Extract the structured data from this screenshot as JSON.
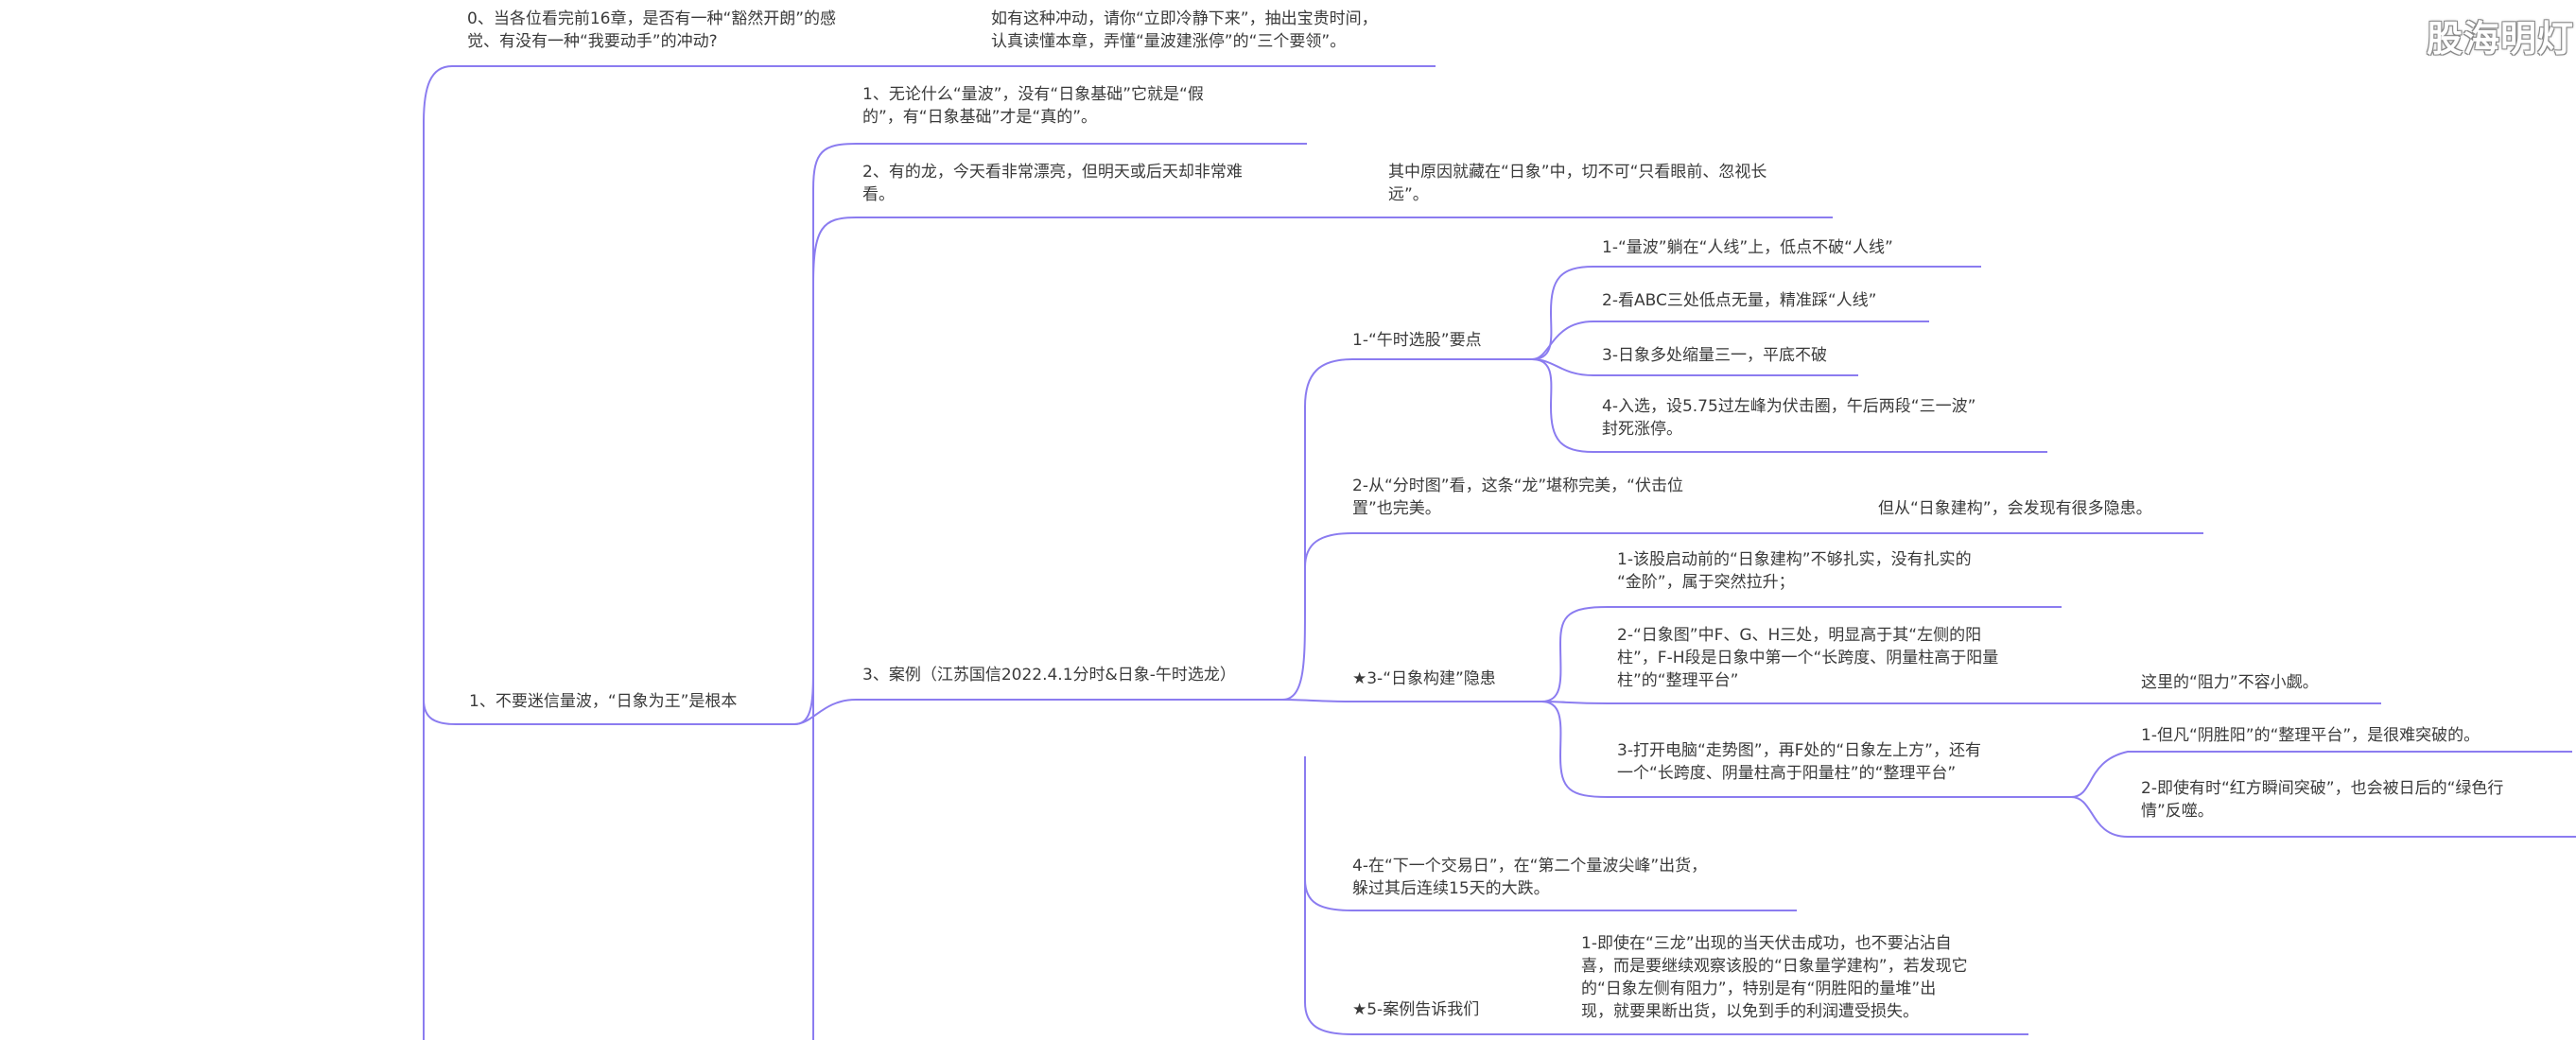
{
  "watermark": "股海明灯",
  "colors": {
    "line": "#8b7cf0",
    "text": "#3a3a3a"
  },
  "nodes": {
    "n0": "0、当各位看完前16章，是否有一种“豁然开朗”的感\n觉、有没有一种“我要动手”的冲动?",
    "n0r": "如有这种冲动，请你“立即冷静下来”，抽出宝贵时间，\n认真读懂本章，弄懂“量波建涨停”的“三个要领”。",
    "main1": "1、不要迷信量波，“日象为王”是根本",
    "c1": "1、无论什么“量波”，没有“日象基础”它就是“假\n的”，有“日象基础”才是“真的”。",
    "c2": "2、有的龙，今天看非常漂亮，但明天或后天却非常难\n看。",
    "c2r": "其中原因就藏在“日象”中，切不可“只看眼前、忽视长\n远”。",
    "c3": "3、案例（江苏国信2022.4.1分时&日象-午时选龙）",
    "d1": "1-“午时选股”要点",
    "d1a": "1-“量波”躺在“人线”上，低点不破“人线”",
    "d1b": "2-看ABC三处低点无量，精准踩“人线”",
    "d1c": "3-日象多处缩量三一，平底不破",
    "d1d": "4-入选，设5.75过左峰为伏击圈，午后两段“三一波”\n封死涨停。",
    "d2": "2-从“分时图”看，这条“龙”堪称完美，“伏击位\n置”也完美。",
    "d2r": "但从“日象建构”，会发现有很多隐患。",
    "d3": "★3-“日象构建”隐患",
    "d3a": "1-该股启动前的“日象建构”不够扎实，没有扎实的\n“金阶”，属于突然拉升；",
    "d3b": "2-“日象图”中F、G、H三处，明显高于其“左侧的阳\n柱”，F-H段是日象中第一个“长跨度、阴量柱高于阳量\n柱”的“整理平台”",
    "d3br": "这里的“阻力”不容小觑。",
    "d3c": "3-打开电脑“走势图”，再F处的“日象左上方”，还有\n一个“长跨度、阴量柱高于阳量柱”的“整理平台”",
    "d3c1": "1-但凡“阴胜阳”的“整理平台”，是很难突破的。",
    "d3c2": "2-即使有时“红方瞬间突破”，也会被日后的“绿色行\n情”反噬。",
    "d4": "4-在“下一个交易日”，在“第二个量波尖峰”出货，\n躲过其后连续15天的大跌。",
    "d5": "★5-案例告诉我们",
    "d5a": "1-即使在“三龙”出现的当天伏击成功，也不要沾沾自\n喜，而是要继续观察该股的“日象量学建构”，若发现它\n的“日象左侧有阻力”，特别是有“阴胜阳的量堆”出\n现，就要果断出货，以免到手的利润遭受损失。"
  }
}
